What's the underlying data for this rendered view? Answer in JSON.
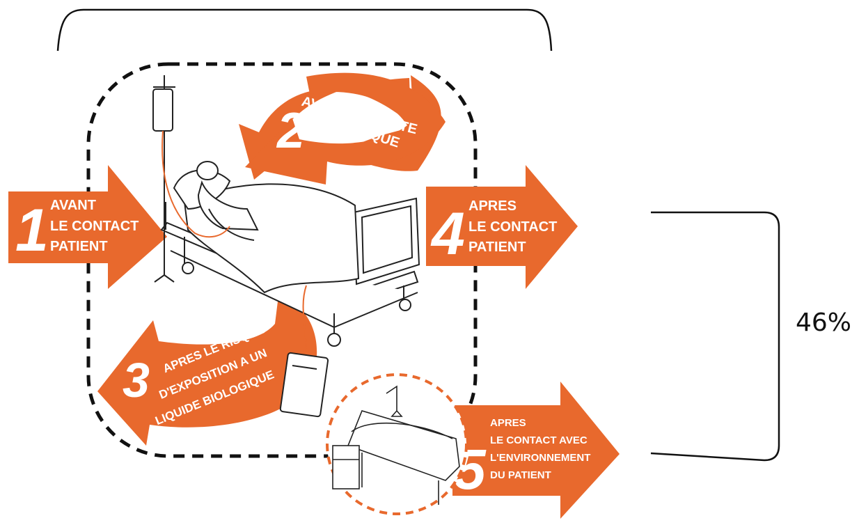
{
  "colors": {
    "accent": "#e8692d",
    "line": "#111111",
    "background": "#ffffff"
  },
  "moments": [
    {
      "number": "1",
      "lines": [
        "AVANT",
        "LE CONTACT",
        "PATIENT"
      ]
    },
    {
      "number": "2",
      "lines": [
        "AVANT LE GESTE",
        "ASEPTIQUE"
      ]
    },
    {
      "number": "3",
      "lines": [
        "APRES LE RISQUE",
        "D'EXPOSITION A UN",
        "LIQUIDE BIOLOGIQUE"
      ]
    },
    {
      "number": "4",
      "lines": [
        "APRES",
        "LE CONTACT",
        "PATIENT"
      ]
    },
    {
      "number": "5",
      "lines": [
        "APRES",
        "LE CONTACT AVEC",
        "L'ENVIRONNEMENT",
        "DU PATIENT"
      ]
    }
  ],
  "bracket_label": "46%",
  "icons": [
    "hospital-bed-icon",
    "patient-icon",
    "iv-drip-icon",
    "drainage-bag-icon",
    "bedside-table-icon",
    "lamp-icon"
  ]
}
